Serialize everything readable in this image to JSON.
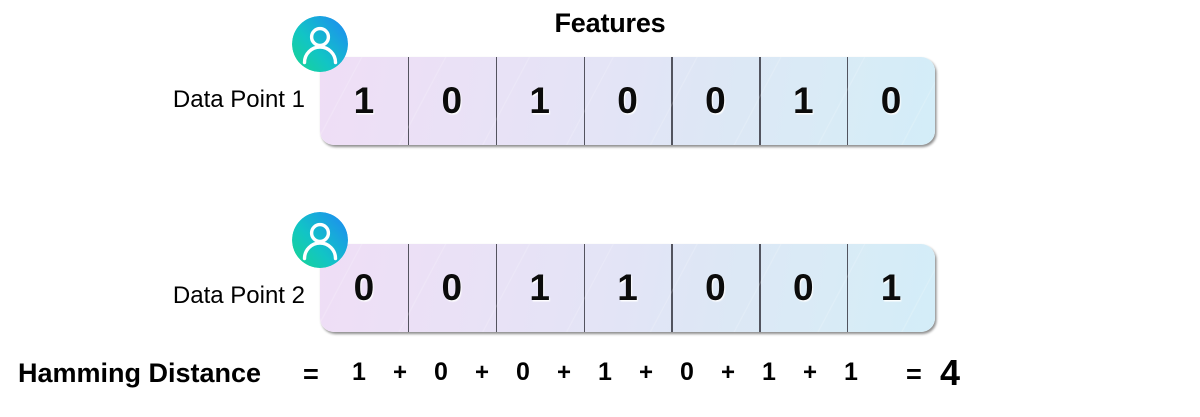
{
  "title": "Features",
  "colors": {
    "bar_gradient_start": "#efdef6",
    "bar_gradient_end": "#d3edf8",
    "avatar_gradient_start": "#18d68f",
    "avatar_gradient_mid": "#15c6c0",
    "avatar_gradient_end": "#1d8ef0",
    "text": "#000000",
    "background": "#ffffff"
  },
  "rows": [
    {
      "label": "Data Point 1",
      "avatar_icon": "person-avatar-icon",
      "values": [
        "1",
        "0",
        "1",
        "0",
        "0",
        "1",
        "0"
      ]
    },
    {
      "label": "Data Point 2",
      "avatar_icon": "person-avatar-icon",
      "values": [
        "0",
        "0",
        "1",
        "1",
        "0",
        "0",
        "1"
      ]
    }
  ],
  "equation": {
    "label": "Hamming Distance",
    "equals_left": "=",
    "terms": [
      "1",
      "0",
      "0",
      "1",
      "0",
      "1",
      "1"
    ],
    "operator": "+",
    "equals_right": "=",
    "result": "4"
  }
}
